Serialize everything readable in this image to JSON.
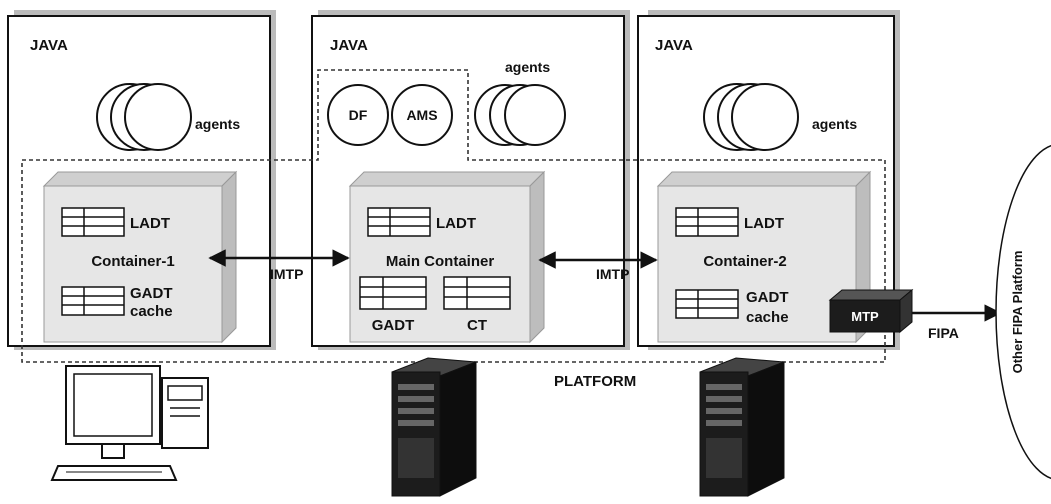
{
  "jvm_label": "JAVA",
  "agents_label": "agents",
  "df_label": "DF",
  "ams_label": "AMS",
  "ladt_label": "LADT",
  "gadt_label": "GADT",
  "gadt_cache_line1": "GADT",
  "gadt_cache_line2": "cache",
  "ct_label": "CT",
  "container_1_name": "Container-1",
  "main_container_name": "Main Container",
  "container_2_name": "Container-2",
  "imtp_label": "IMTP",
  "mtp_label": "MTP",
  "fipa_label": "FIPA",
  "platform_label": "PLATFORM",
  "other_platform_label": "Other FIPA Platform",
  "colors": {
    "line": "#111111",
    "box_fill": "#ffffff",
    "container_fill": "#e6e6e6",
    "container_top": "#cfcfcf",
    "server_body": "#1c1c1c"
  }
}
